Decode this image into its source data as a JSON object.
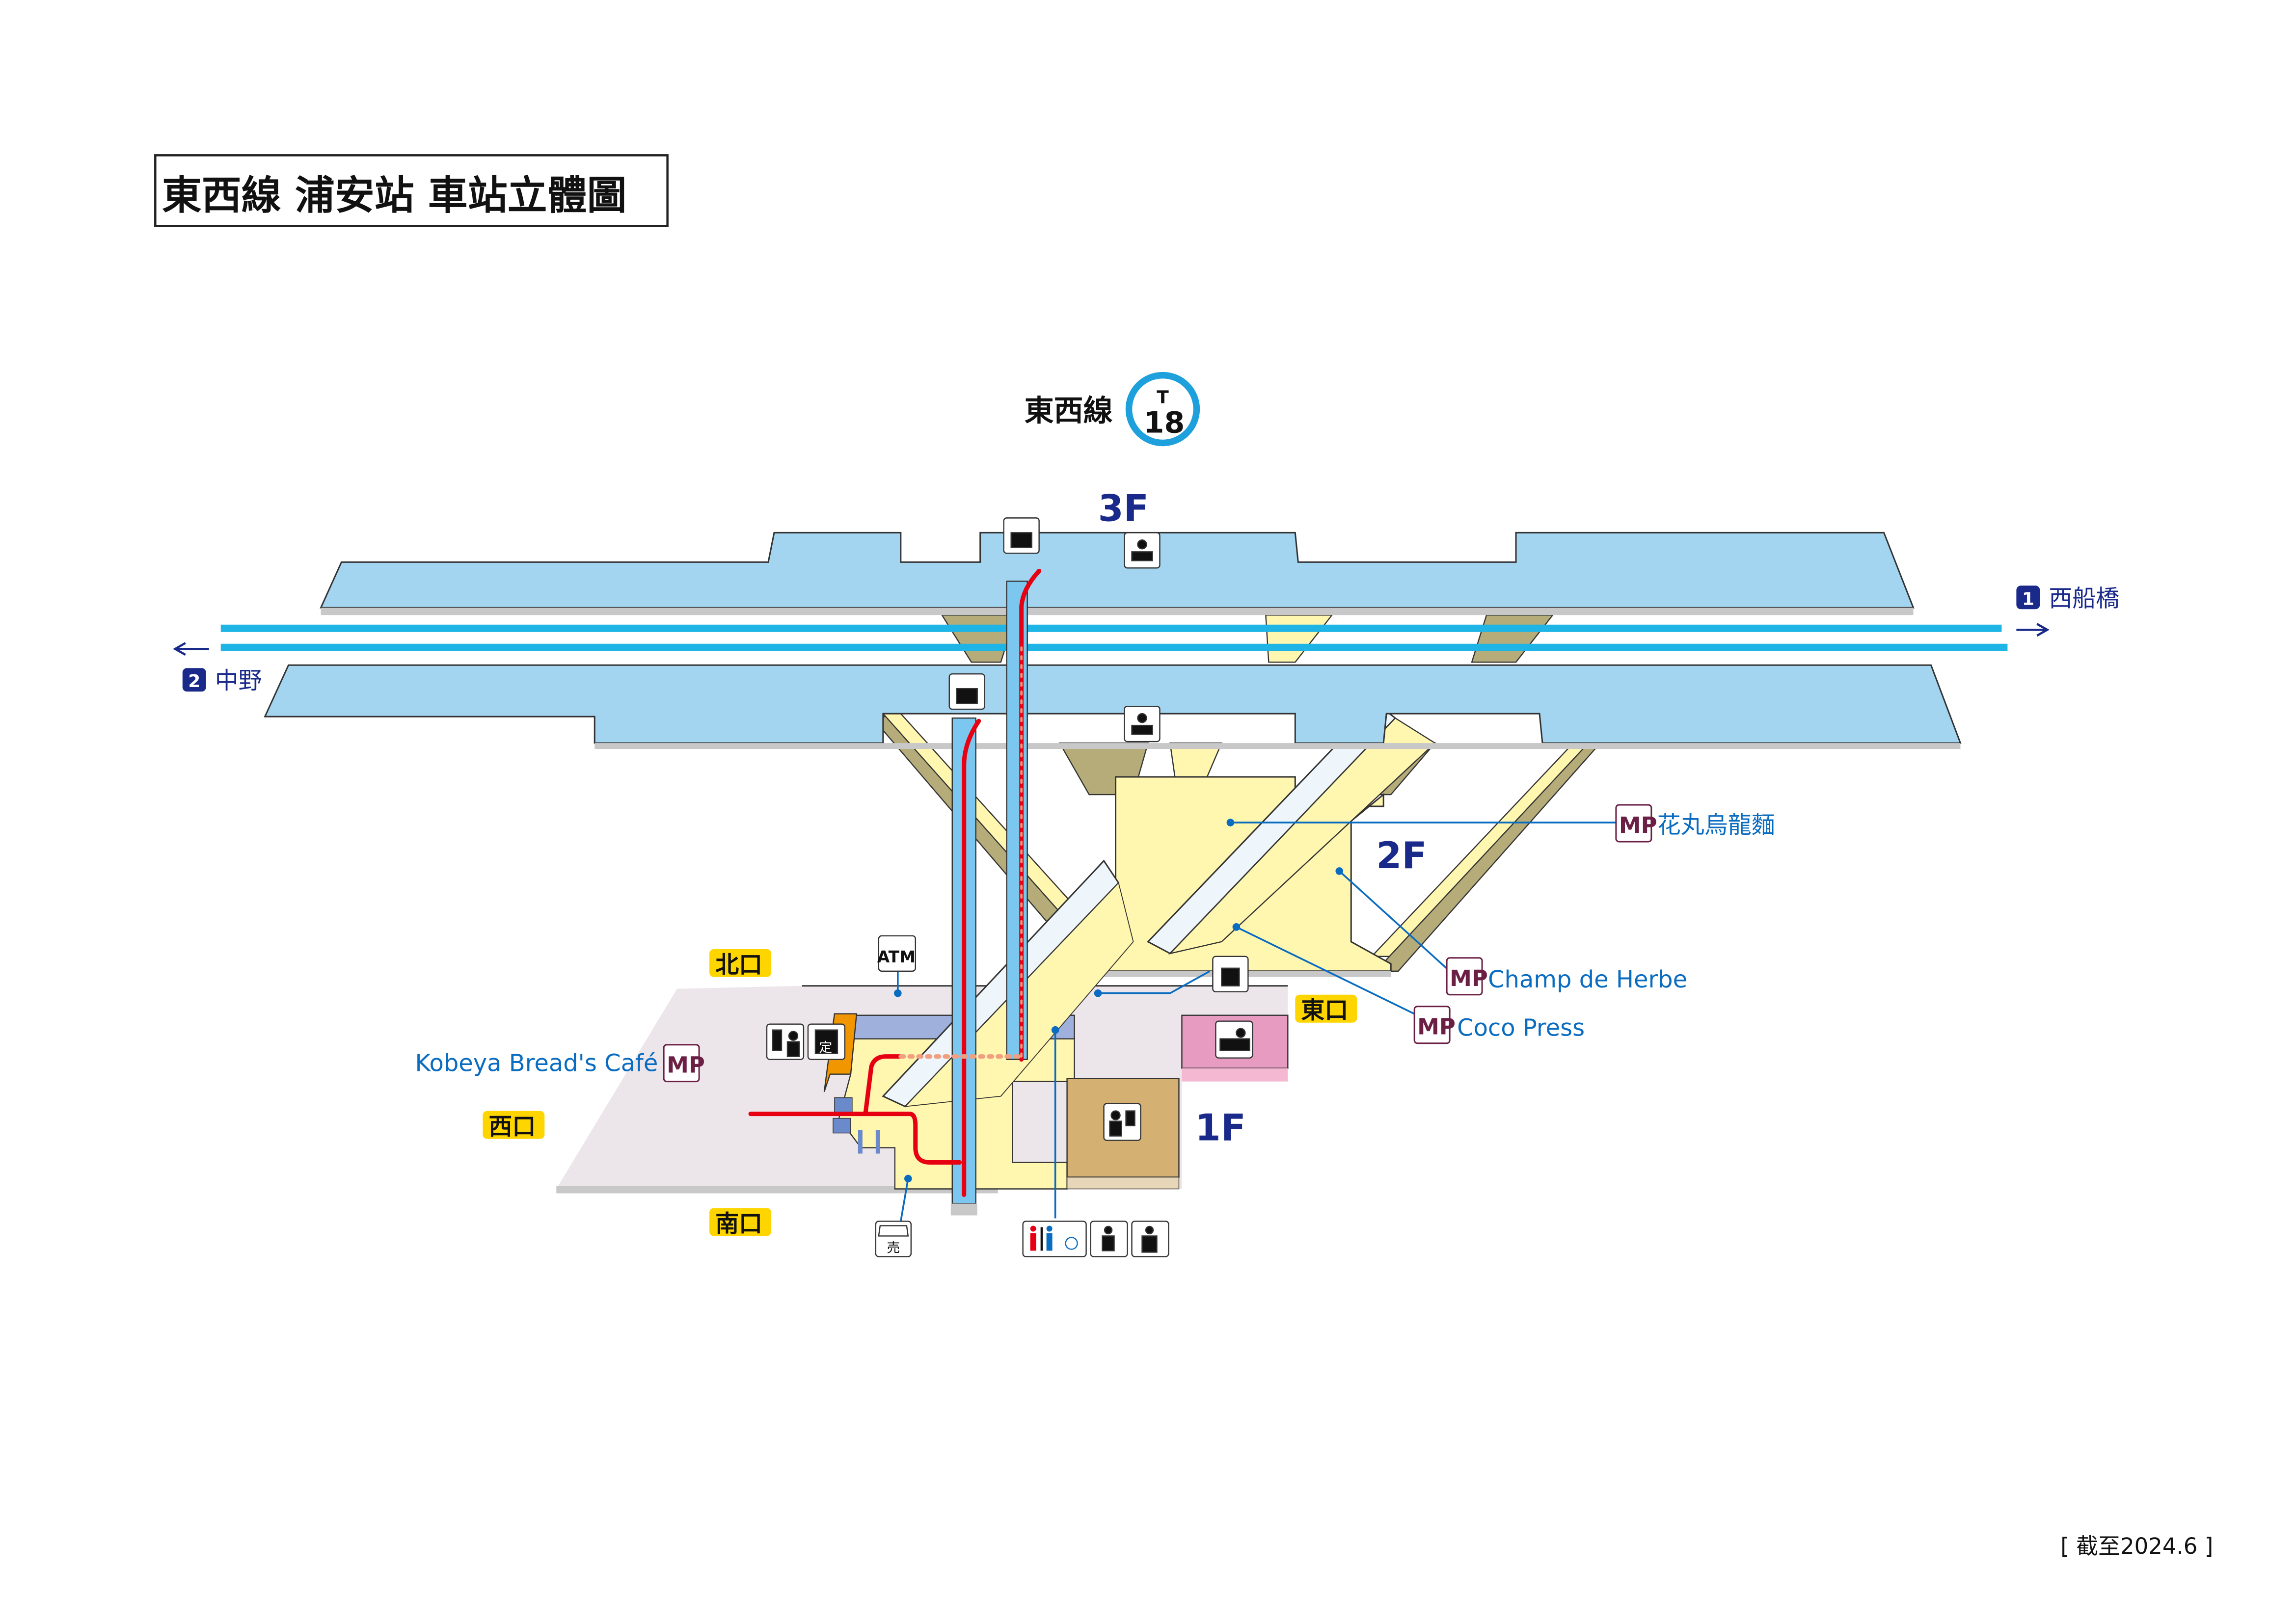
{
  "title": "東西線 浦安站 車站立體圖",
  "station_badge": {
    "line_name": "東西線",
    "line_letter": "T",
    "station_number": "18",
    "line_color": "#1ea0dc"
  },
  "floors": {
    "f3": "3F",
    "f2": "2F",
    "f1": "1F"
  },
  "directions": {
    "east": {
      "number": "1",
      "destination": "西船橋"
    },
    "west": {
      "number": "2",
      "destination": "中野"
    }
  },
  "exits": {
    "north": "北口",
    "east": "東口",
    "west": "西口",
    "south": "南口"
  },
  "shops": [
    {
      "badge": "MP",
      "name": "花丸烏龍麵"
    },
    {
      "badge": "MP",
      "name": "Champ de Herbe"
    },
    {
      "badge": "MP",
      "name": "Coco Press"
    },
    {
      "badge": "MP",
      "name": "Kobeya Bread's Café"
    }
  ],
  "icons": {
    "atm": "ATM",
    "ticket_commuter": "定",
    "shop": "売"
  },
  "colors": {
    "platform": "#a3d5f0",
    "concourse": "#fff6b0",
    "track": "#1eb4e6",
    "exit_label": "#ffd500",
    "elevator_route": "#e60012"
  },
  "as_of": "[ 截至2024.6 ]"
}
